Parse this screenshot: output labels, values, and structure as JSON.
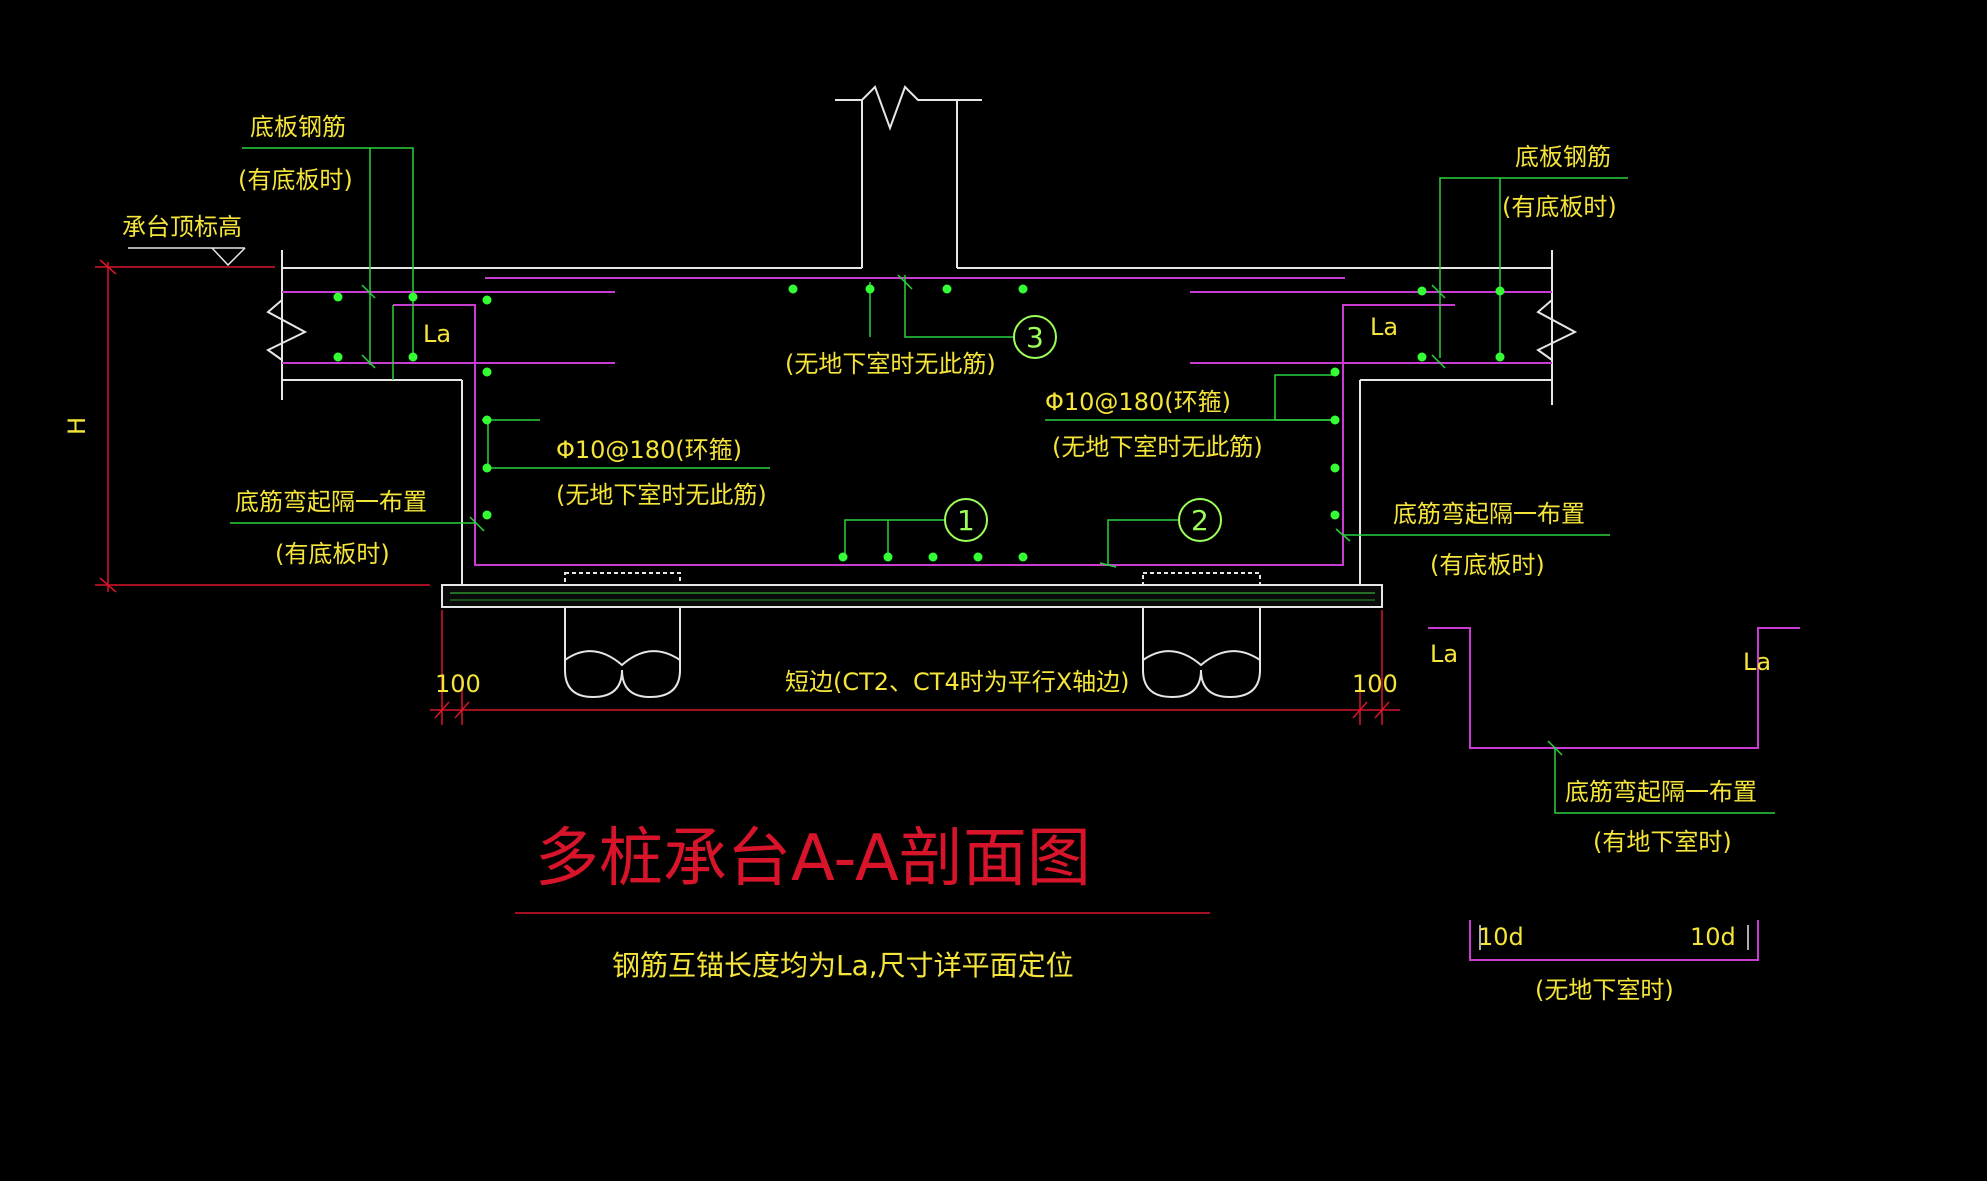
{
  "drawing": {
    "title": "多桩承台A-A剖面图",
    "subtitle": "钢筋互锚长度均为La,尺寸详平面定位",
    "labels": {
      "bottom_slab_rebar_left": "底板钢筋",
      "with_slab_left": "(有底板时)",
      "cap_top_elev": "承台顶标高",
      "bottom_slab_rebar_right": "底板钢筋",
      "with_slab_right": "(有底板时)",
      "la_left": "La",
      "la_right": "La",
      "no_basement_top": "(无地下室时无此筋)",
      "stirrup_left": "Φ10@180(环箍)",
      "no_basement_left": "(无地下室时无此筋)",
      "stirrup_right": "Φ10@180(环箍)",
      "no_basement_right": "(无地下室时无此筋)",
      "bent_left": "底筋弯起隔一布置",
      "bent_left_note": "(有底板时)",
      "bent_right": "底筋弯起隔一布置",
      "bent_right_note": "(有底板时)",
      "h_label": "H",
      "dim_100_left": "100",
      "dim_100_right": "100",
      "short_side": "短边(CT2、CT4时为平行X轴边)",
      "callout_1": "1",
      "callout_2": "2",
      "callout_3": "3"
    },
    "detail": {
      "la_left": "La",
      "la_right": "La",
      "bent": "底筋弯起隔一布置",
      "with_basement": "(有地下室时)",
      "d10_left": "10d",
      "d10_right": "10d",
      "no_basement": "(无地下室时)"
    },
    "colors": {
      "background": "#000000",
      "concrete": "#e6e6e6",
      "rebar": "#c83cd2",
      "leader": "#2ad23c",
      "dot": "#34ff34",
      "text": "#f5e43a",
      "dim": "#d8142a"
    }
  }
}
